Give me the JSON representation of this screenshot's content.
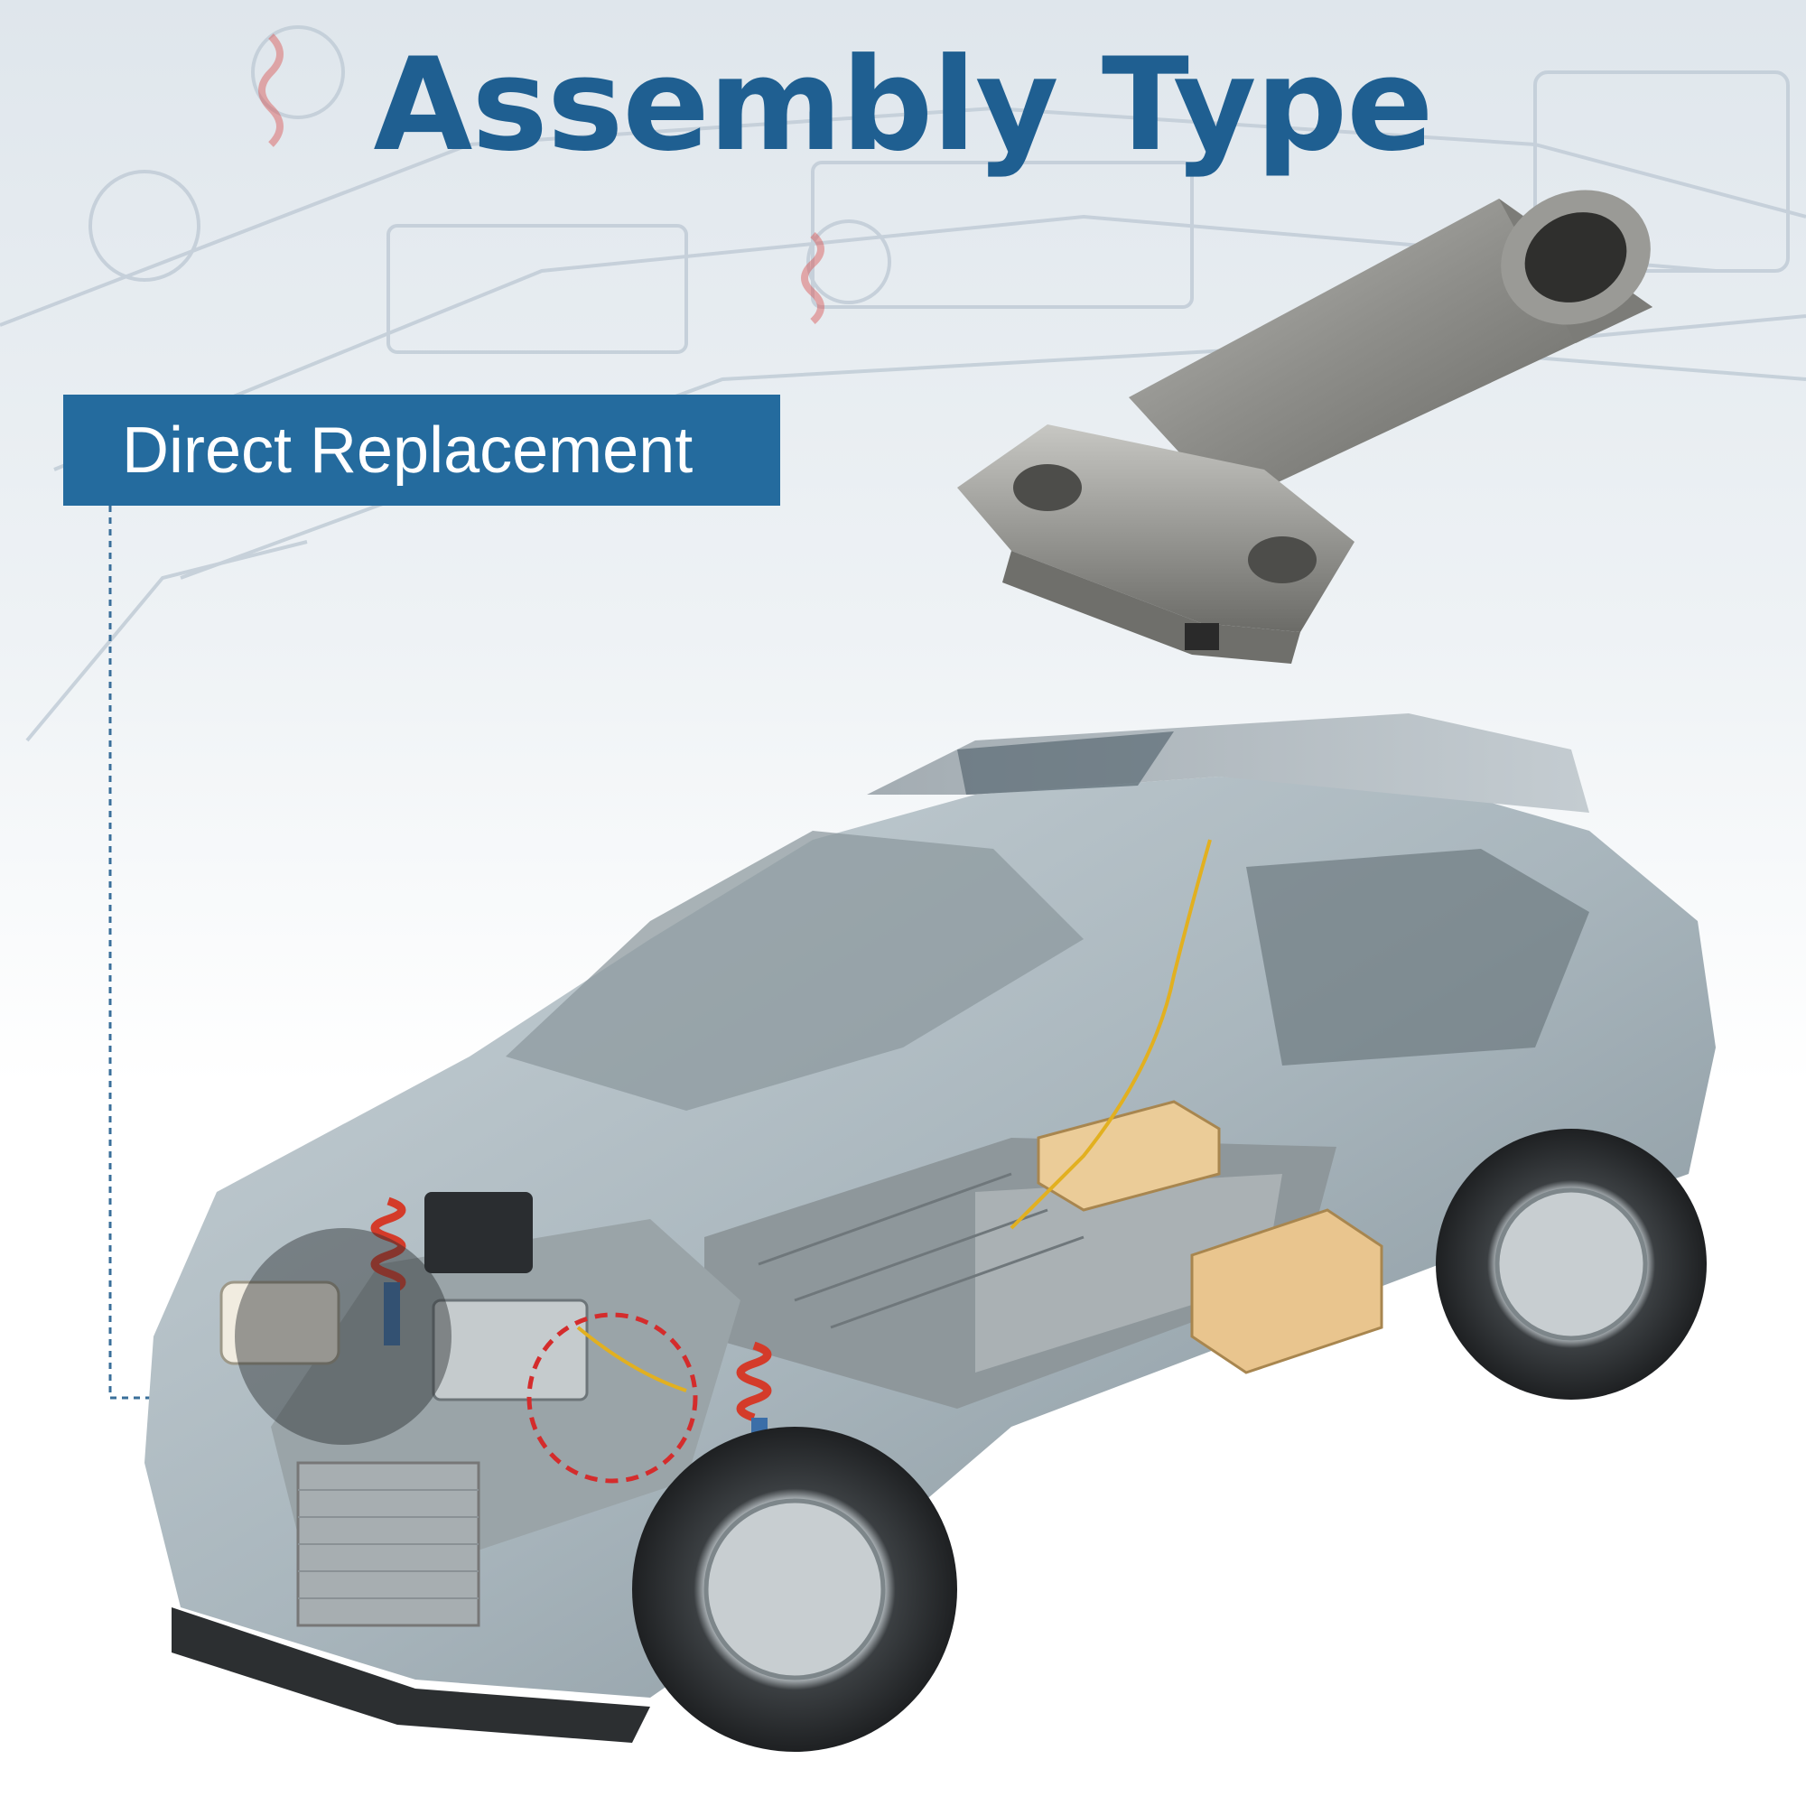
{
  "title": "Assembly Type",
  "badge_label": "Direct Replacement",
  "colors": {
    "title": "#1f5f91",
    "badge": "#246b9e",
    "callout_circle": "#d42c2c",
    "leader_line": "#3a6f9a"
  },
  "illustrations": {
    "background": "ghosted-vehicle-chassis-cutaway",
    "product": "metal-pipe-fitting-with-mounting-flange",
    "main": "cutaway-suv-showing-engine-and-battery"
  }
}
